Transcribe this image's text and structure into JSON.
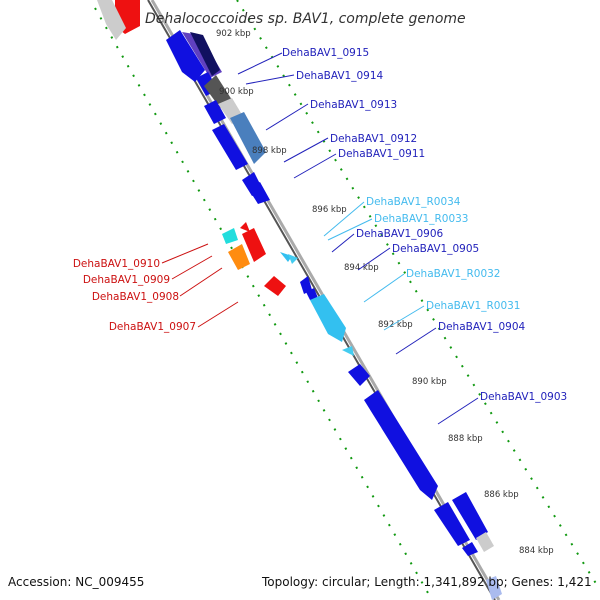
{
  "title": "Dehalococcoides sp. BAV1, complete genome",
  "footer": {
    "accession": "Accession: NC_009455",
    "topology": "Topology: circular; Length: 1,341,892 bp; Genes: 1,421"
  },
  "colors": {
    "blue_gene": "#1010e0",
    "cyan_rna": "#33c0f0",
    "red_gene": "#ee1111",
    "orange_gene": "#ff8c10",
    "backbone": "#888888",
    "tick": "#119911",
    "blue_label": "#2222bb",
    "cyan_label": "#44bbee",
    "red_label": "#cc1111"
  },
  "scale_labels": [
    "902 kbp",
    "900 kbp",
    "898 kbp",
    "896 kbp",
    "894 kbp",
    "892 kbp",
    "890 kbp",
    "888 kbp",
    "886 kbp",
    "884 kbp"
  ],
  "gene_labels": [
    {
      "text": "DehaBAV1_0915",
      "kind": "blue"
    },
    {
      "text": "DehaBAV1_0914",
      "kind": "blue"
    },
    {
      "text": "DehaBAV1_0913",
      "kind": "blue"
    },
    {
      "text": "DehaBAV1_0912",
      "kind": "blue"
    },
    {
      "text": "DehaBAV1_0911",
      "kind": "blue"
    },
    {
      "text": "DehaBAV1_R0034",
      "kind": "cyan"
    },
    {
      "text": "DehaBAV1_R0033",
      "kind": "cyan"
    },
    {
      "text": "DehaBAV1_0906",
      "kind": "blue"
    },
    {
      "text": "DehaBAV1_0905",
      "kind": "blue"
    },
    {
      "text": "DehaBAV1_R0032",
      "kind": "cyan"
    },
    {
      "text": "DehaBAV1_R0031",
      "kind": "cyan"
    },
    {
      "text": "DehaBAV1_0904",
      "kind": "blue"
    },
    {
      "text": "DehaBAV1_0903",
      "kind": "blue"
    },
    {
      "text": "DehaBAV1_0910",
      "kind": "red"
    },
    {
      "text": "DehaBAV1_0909",
      "kind": "red"
    },
    {
      "text": "DehaBAV1_0908",
      "kind": "red"
    },
    {
      "text": "DehaBAV1_0907",
      "kind": "red"
    }
  ]
}
